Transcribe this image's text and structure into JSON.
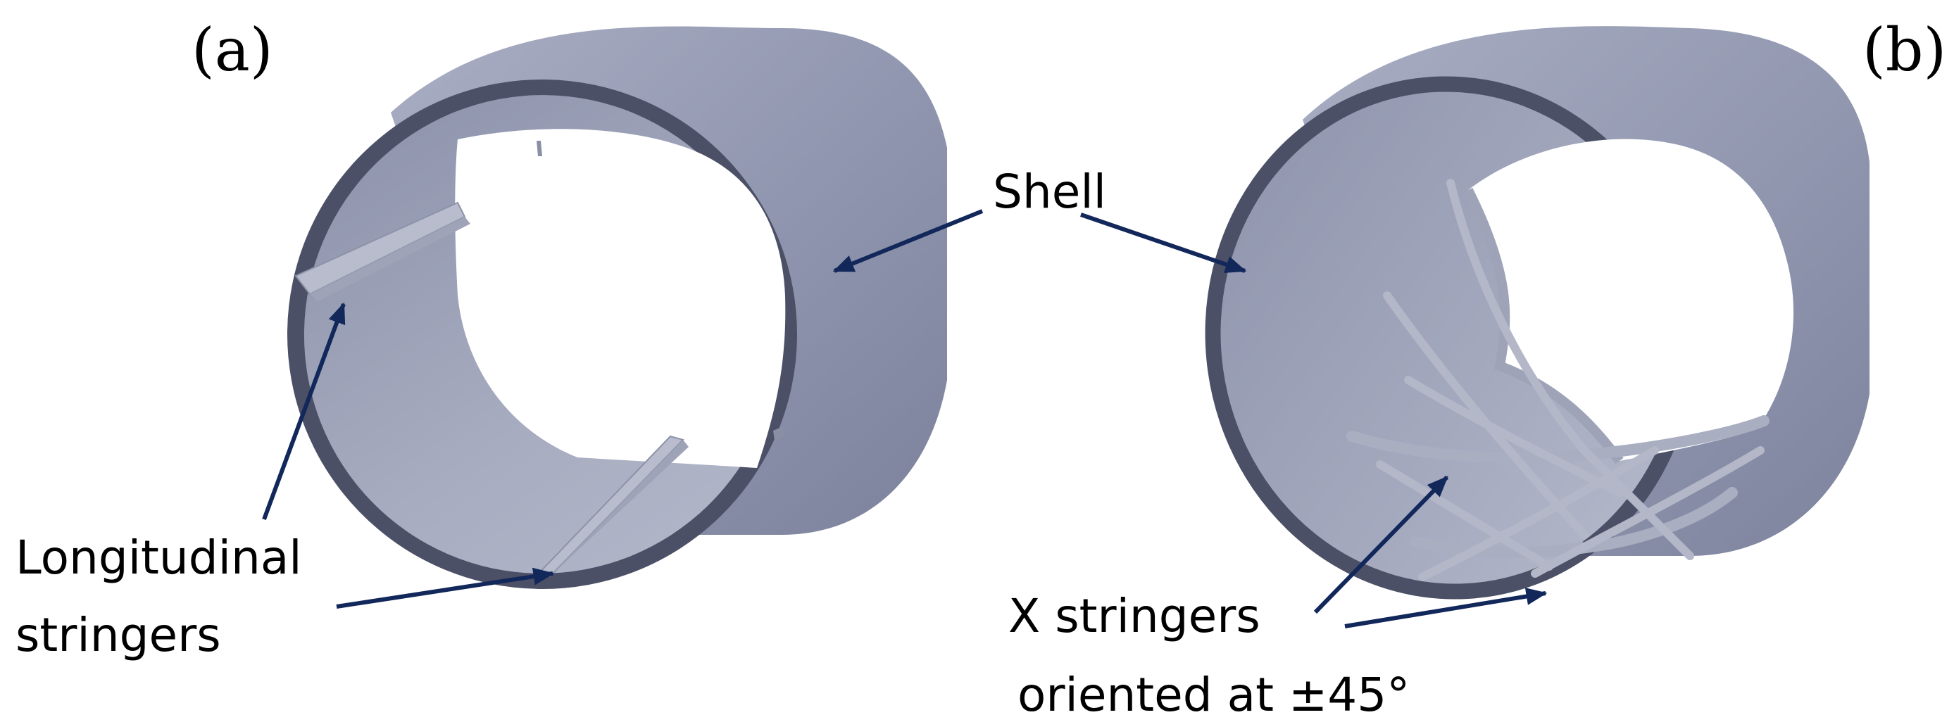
{
  "figure": {
    "panel_a": {
      "tag": "(a)"
    },
    "panel_b": {
      "tag": "(b)"
    },
    "labels": {
      "shell": "Shell",
      "longitudinal_line1": "Longitudinal",
      "longitudinal_line2": "stringers",
      "x_line1": "X stringers",
      "x_line2": "oriented at ±45°"
    }
  },
  "colors": {
    "shell_outer": "#8c93ad",
    "shell_rim": "#4c5066",
    "shell_inner": "#a0a5ba",
    "stringer": "#b8bccc",
    "arrow": "#12275a"
  }
}
